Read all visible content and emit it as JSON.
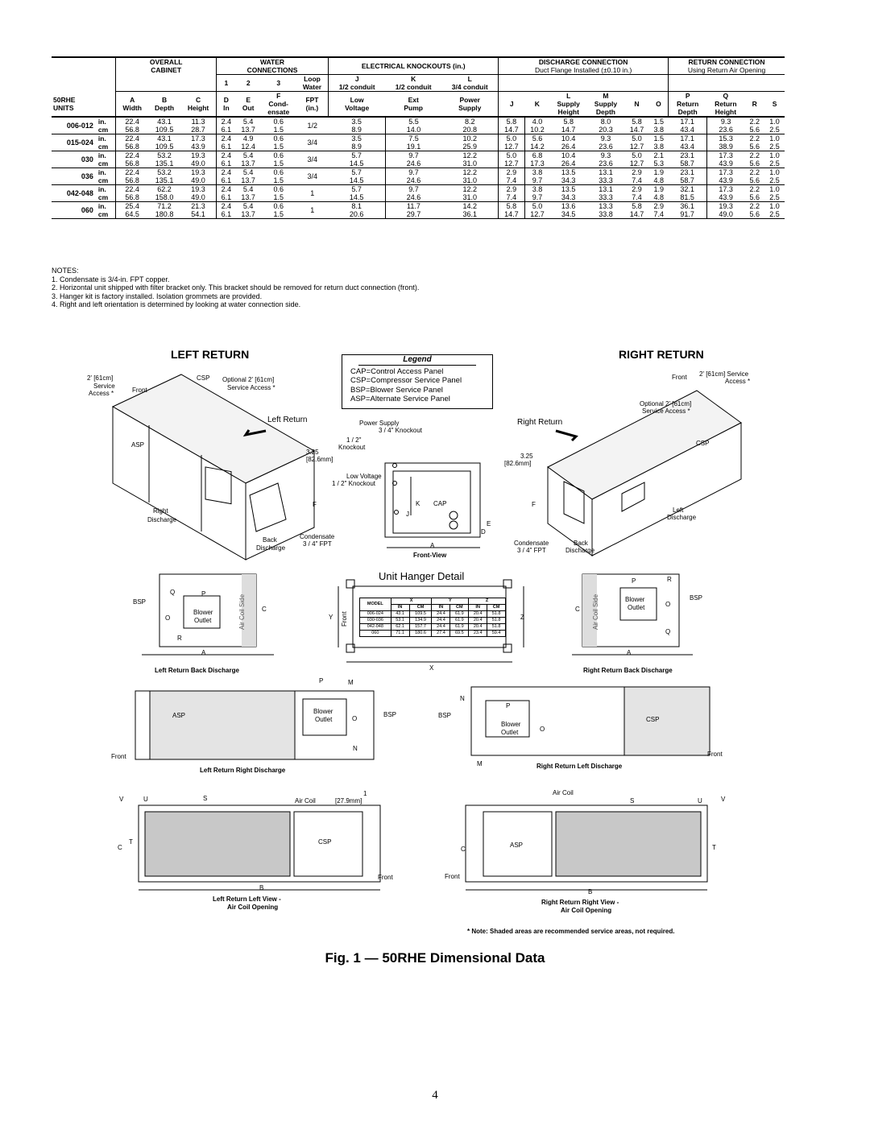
{
  "table": {
    "hdr": {
      "units": "50RHE\nUNITS",
      "overall": "OVERALL",
      "cabinet": "CABINET",
      "water": "WATER",
      "connections": "CONNECTIONS",
      "elec": "ELECTRICAL KNOCKOUTS (in.)",
      "discharge": "DISCHARGE CONNECTION",
      "discharge_sub": "Duct Flange Installed (±0.10 in.)",
      "return": "RETURN CONNECTION",
      "return_sub": "Using Return Air Opening",
      "w1": "1",
      "w2": "2",
      "w3": "3",
      "loop": "Loop",
      "water_l": "Water",
      "J": "J",
      "K": "K",
      "L": "L",
      "jc": "1/2 conduit",
      "kc": "1/2 conduit",
      "lc": "3/4 conduit",
      "A": "A",
      "B": "B",
      "C": "C",
      "D": "D",
      "E": "E",
      "F": "F",
      "FPT": "FPT",
      "FPTin": "(in.)",
      "width": "Width",
      "depth": "Depth",
      "height": "Height",
      "in": "In",
      "out": "Out",
      "cond": "Cond-",
      "ensate": "ensate",
      "low": "Low",
      "voltage": "Voltage",
      "ext": "Ext",
      "pump": "Pump",
      "power": "Power",
      "supply": "Supply",
      "Jh": "J",
      "Kh": "K",
      "Lh": "L",
      "Mh": "M",
      "Nh": "N",
      "Oh": "O",
      "Ph": "P",
      "Qh": "Q",
      "Rh": "R",
      "Sh": "S",
      "supply_h": "Supply",
      "height_h": "Height",
      "supply_d": "Supply",
      "depth_d": "Depth",
      "return_d": "Return",
      "depth_r": "Depth",
      "return_h": "Return",
      "height_r": "Height"
    },
    "rows": [
      {
        "model": "006-012",
        "loop": "1/2",
        "in": [
          "22.4",
          "43.1",
          "11.3",
          "2.4",
          "5.4",
          "0.6",
          "3.5",
          "5.5",
          "8.2",
          "5.8",
          "4.0",
          "5.8",
          "8.0",
          "5.8",
          "1.5",
          "17.1",
          "9.3",
          "2.2",
          "1.0"
        ],
        "cm": [
          "56.8",
          "109.5",
          "28.7",
          "6.1",
          "13.7",
          "1.5",
          "8.9",
          "14.0",
          "20.8",
          "14.7",
          "10.2",
          "14.7",
          "20.3",
          "14.7",
          "3.8",
          "43.4",
          "23.6",
          "5.6",
          "2.5"
        ]
      },
      {
        "model": "015-024",
        "loop": "3/4",
        "in": [
          "22.4",
          "43.1",
          "17.3",
          "2.4",
          "4.9",
          "0.6",
          "3.5",
          "7.5",
          "10.2",
          "5.0",
          "5.6",
          "10.4",
          "9.3",
          "5.0",
          "1.5",
          "17.1",
          "15.3",
          "2.2",
          "1.0"
        ],
        "cm": [
          "56.8",
          "109.5",
          "43.9",
          "6.1",
          "12.4",
          "1.5",
          "8.9",
          "19.1",
          "25.9",
          "12.7",
          "14.2",
          "26.4",
          "23.6",
          "12.7",
          "3.8",
          "43.4",
          "38.9",
          "5.6",
          "2.5"
        ]
      },
      {
        "model": "030",
        "loop": "3/4",
        "in": [
          "22.4",
          "53.2",
          "19.3",
          "2.4",
          "5.4",
          "0.6",
          "5.7",
          "9.7",
          "12.2",
          "5.0",
          "6.8",
          "10.4",
          "9.3",
          "5.0",
          "2.1",
          "23.1",
          "17.3",
          "2.2",
          "1.0"
        ],
        "cm": [
          "56.8",
          "135.1",
          "49.0",
          "6.1",
          "13.7",
          "1.5",
          "14.5",
          "24.6",
          "31.0",
          "12.7",
          "17.3",
          "26.4",
          "23.6",
          "12.7",
          "5.3",
          "58.7",
          "43.9",
          "5.6",
          "2.5"
        ]
      },
      {
        "model": "036",
        "loop": "3/4",
        "in": [
          "22.4",
          "53.2",
          "19.3",
          "2.4",
          "5.4",
          "0.6",
          "5.7",
          "9.7",
          "12.2",
          "2.9",
          "3.8",
          "13.5",
          "13.1",
          "2.9",
          "1.9",
          "23.1",
          "17.3",
          "2.2",
          "1.0"
        ],
        "cm": [
          "56.8",
          "135.1",
          "49.0",
          "6.1",
          "13.7",
          "1.5",
          "14.5",
          "24.6",
          "31.0",
          "7.4",
          "9.7",
          "34.3",
          "33.3",
          "7.4",
          "4.8",
          "58.7",
          "43.9",
          "5.6",
          "2.5"
        ]
      },
      {
        "model": "042-048",
        "loop": "1",
        "in": [
          "22.4",
          "62.2",
          "19.3",
          "2.4",
          "5.4",
          "0.6",
          "5.7",
          "9.7",
          "12.2",
          "2.9",
          "3.8",
          "13.5",
          "13.1",
          "2.9",
          "1.9",
          "32.1",
          "17.3",
          "2.2",
          "1.0"
        ],
        "cm": [
          "56.8",
          "158.0",
          "49.0",
          "6.1",
          "13.7",
          "1.5",
          "14.5",
          "24.6",
          "31.0",
          "7.4",
          "9.7",
          "34.3",
          "33.3",
          "7.4",
          "4.8",
          "81.5",
          "43.9",
          "5.6",
          "2.5"
        ]
      },
      {
        "model": "060",
        "loop": "1",
        "in": [
          "25.4",
          "71.2",
          "21.3",
          "2.4",
          "5.4",
          "0.6",
          "8.1",
          "11.7",
          "14.2",
          "5.8",
          "5.0",
          "13.6",
          "13.3",
          "5.8",
          "2.9",
          "36.1",
          "19.3",
          "2.2",
          "1.0"
        ],
        "cm": [
          "64.5",
          "180.8",
          "54.1",
          "6.1",
          "13.7",
          "1.5",
          "20.6",
          "29.7",
          "36.1",
          "14.7",
          "12.7",
          "34.5",
          "33.8",
          "14.7",
          "7.4",
          "91.7",
          "49.0",
          "5.6",
          "2.5"
        ]
      }
    ],
    "unit_in": "in.",
    "unit_cm": "cm"
  },
  "notes": {
    "title": "NOTES:",
    "n1": "1. Condensate is 3/4-in. FPT copper.",
    "n2": "2. Horizontal unit shipped with filter bracket only. This bracket should be removed for return duct connection (front).",
    "n3": "3. Hanger kit is factory installed. Isolation grommets are provided.",
    "n4": "4. Right and left orientation is determined by looking at water connection side."
  },
  "left_return_title": "LEFT RETURN",
  "right_return_title": "RIGHT RETURN",
  "legend": {
    "title": "Legend",
    "l1": "CAP=Control Access Panel",
    "l2": "CSP=Compressor Service Panel",
    "l3": "BSP=Blower Service Panel",
    "l4": "ASP=Alternate Service Panel"
  },
  "labels": {
    "service_left": "2' [61cm]",
    "service": "Service",
    "access": "Access *",
    "csp": "CSP",
    "optional": "Optional 2' [61cm]",
    "service_access": "Service Access *",
    "front": "Front",
    "left_return": "Left Return",
    "right_return": "Right Return",
    "asp": "ASP",
    "right_discharge": "Right",
    "discharge": "Discharge",
    "left_discharge": "Left",
    "dim325": "3.25",
    "dim826": "[82.6mm]",
    "back": "Back",
    "condensate": "Condensate",
    "fpt": "3 / 4\" FPT",
    "power_supply": "Power Supply",
    "knock34": "3 / 4\" Knockout",
    "half": "1 / 2\"",
    "knockout": "Knockout",
    "low_voltage": "Low Voltage",
    "knock12": "1 / 2\" Knockout",
    "cap": "CAP",
    "front_view": "Front-View",
    "service_access_r": "2' [61cm] Service",
    "access_r": "Access *",
    "optional_r": "Optional 2' [61cm]",
    "service_access_r2": "Service Access *",
    "unit_hanger": "Unit Hanger Detail",
    "bsp": "BSP",
    "blower": "Blower",
    "outlet": "Outlet",
    "air_coil_side": "Air Coil Side",
    "left_return_back": "Left Return Back Discharge",
    "right_return_back": "Right Return Back Discharge",
    "left_return_right": "Left Return Right Discharge",
    "right_return_left": "Right Return Left Discharge",
    "air_coil": "Air Coil",
    "dim279": "[27.9mm]",
    "one": "1",
    "left_return_left_view": "Left Return Left View -",
    "air_coil_opening": "Air Coil Opening",
    "right_return_right_view": "Right Return Right View -",
    "air_coil_opening2": "Air Coil Opening",
    "f_front": "Front"
  },
  "hanger_table": {
    "model": "MODEL",
    "X": "X",
    "Y": "Y",
    "Z": "Z",
    "IN": "IN",
    "CM": "CM",
    "rows": [
      [
        "006-024",
        "43.1",
        "109.5",
        "24.4",
        "61.9",
        "20.4",
        "51.8"
      ],
      [
        "030-036",
        "53.1",
        "134.9",
        "24.4",
        "61.9",
        "20.4",
        "51.8"
      ],
      [
        "042-048",
        "62.1",
        "157.7",
        "24.4",
        "61.9",
        "20.4",
        "51.8"
      ],
      [
        "060",
        "71.1",
        "180.6",
        "27.4",
        "69.5",
        "23.4",
        "59.4"
      ]
    ]
  },
  "bottom_note": "* Note: Shaded areas are recommended service areas, not required.",
  "figure_caption": "Fig. 1 — 50RHE Dimensional Data",
  "page_number": "4"
}
